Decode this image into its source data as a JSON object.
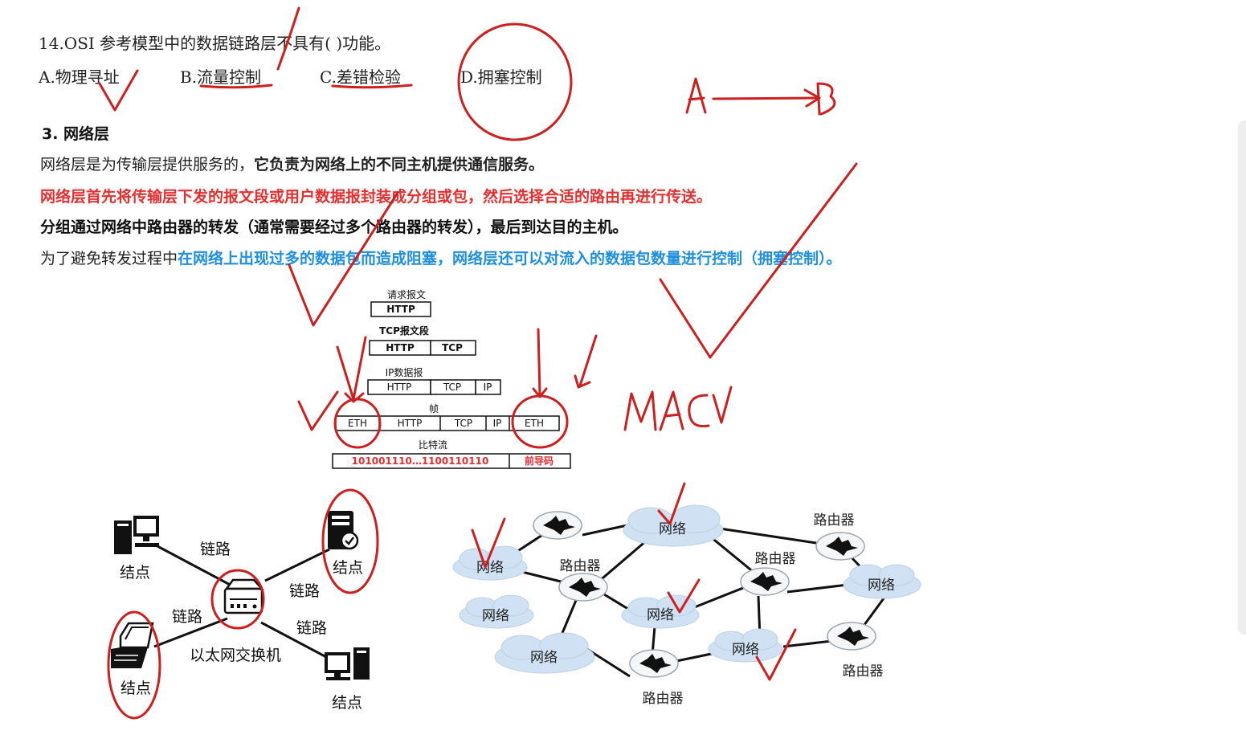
{
  "question": {
    "stem": "14.OSI 参考模型中的数据链路层不具有(      )功能。",
    "options": [
      "A.物理寻址",
      "B.流量控制",
      "C.差错检验",
      "D.拥塞控制"
    ]
  },
  "section": {
    "title": "3. 网络层",
    "p1_normal": "网络层是为传输层提供服务的，",
    "p1_bold": "它负责为网络上的不同主机提供通信服务。",
    "p2_red": "网络层首先将传输层下发的报文段或用户数据报封装成分组或包，然后选择合适的路由再进行传送。",
    "p3_bold": "分组通过网络中路由器的转发（通常需要经过多个路由器的转发），最后到达目的主机。",
    "p4_normal": "为了避免转发过程中",
    "p4_blue": "在网络上出现过多的数据包而造成阻塞，网络层还可以对流入的数据包数量进行控制（拥塞控制）。"
  },
  "encapsulation": {
    "request_label": "请求报文",
    "tcp_segment_label": "TCP报文段",
    "ip_datagram_label": "IP数据报",
    "frame_label": "帧",
    "bitstream_label": "比特流",
    "http": "HTTP",
    "tcp": "TCP",
    "ip": "IP",
    "eth": "ETH",
    "bits": "101001110…1100110110",
    "preamble": "前导码"
  },
  "ethernet_diagram": {
    "switch_label": "以太网交换机",
    "link_label": "链路",
    "node_label": "结点"
  },
  "network_diagram": {
    "network_label": "网络",
    "router_label": "路由器"
  },
  "annotations": {
    "a_to_b": [
      "A",
      "B"
    ],
    "mac": "MAC"
  },
  "colors": {
    "red_text": "#e62e2e",
    "blue_text": "#1e8fe0",
    "ink": "#cc1f1f",
    "cloud": "#cfe1f3"
  }
}
